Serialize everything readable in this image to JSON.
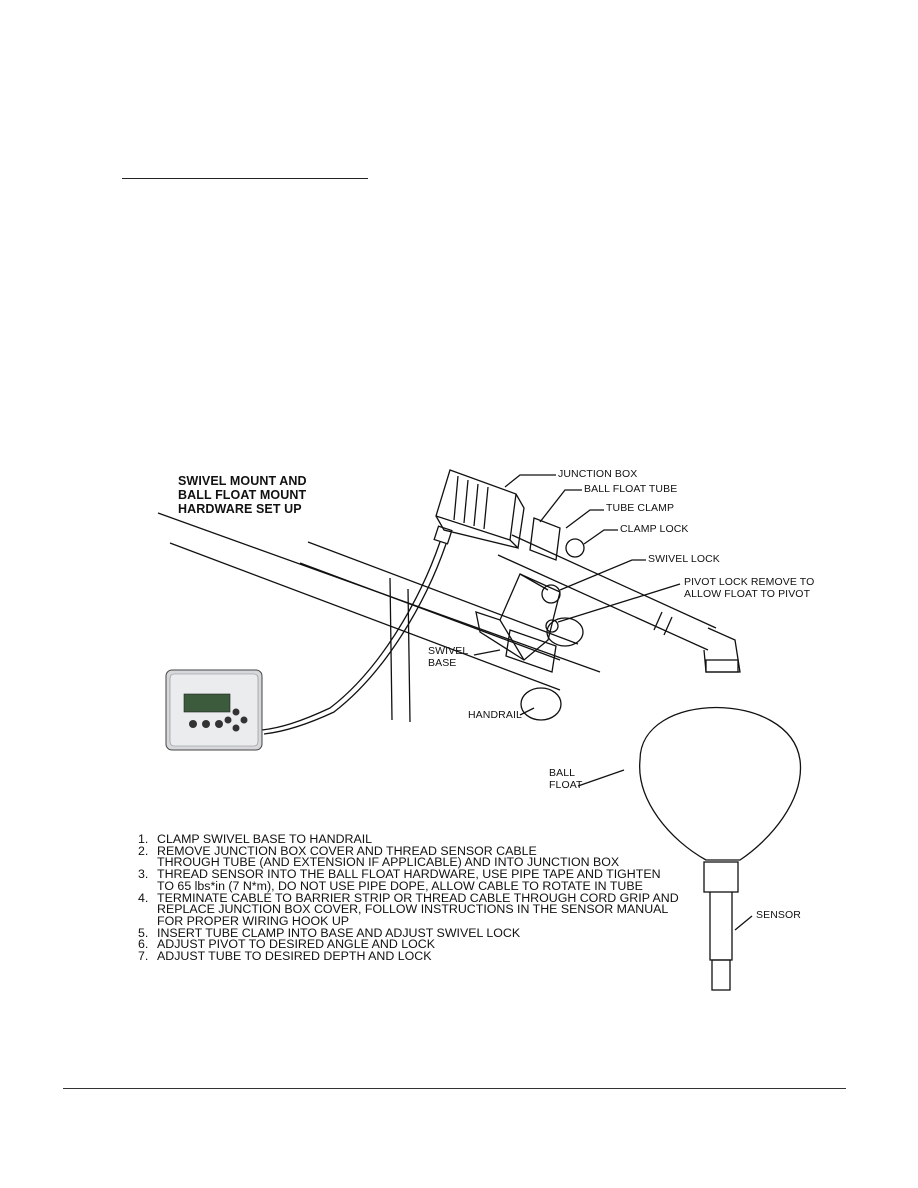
{
  "figure": {
    "title_lines": [
      "SWIVEL MOUNT AND",
      "BALL FLOAT MOUNT",
      "HARDWARE SET UP"
    ],
    "labels": {
      "junction_box": "JUNCTION BOX",
      "ball_float_tube": "BALL FLOAT TUBE",
      "tube_clamp": "TUBE CLAMP",
      "clamp_lock": "CLAMP LOCK",
      "swivel_lock": "SWIVEL LOCK",
      "pivot_lock_1": "PIVOT LOCK REMOVE TO",
      "pivot_lock_2": "ALLOW FLOAT TO PIVOT",
      "swivel_base_1": "SWIVEL",
      "swivel_base_2": "BASE",
      "handrail": "HANDRAIL",
      "ball_float_1": "BALL",
      "ball_float_2": "FLOAT",
      "sensor": "SENSOR"
    }
  },
  "steps": [
    {
      "num": "1.",
      "lines": [
        "CLAMP SWIVEL BASE TO HANDRAIL"
      ]
    },
    {
      "num": "2.",
      "lines": [
        "REMOVE JUNCTION BOX COVER AND THREAD SENSOR CABLE",
        "THROUGH TUBE (AND EXTENSION IF APPLICABLE) AND INTO JUNCTION BOX"
      ]
    },
    {
      "num": "3.",
      "lines": [
        "THREAD SENSOR INTO THE BALL FLOAT HARDWARE, USE PIPE TAPE AND TIGHTEN",
        "TO 65 lbs*in (7 N*m), DO NOT USE PIPE DOPE, ALLOW CABLE TO ROTATE IN TUBE"
      ]
    },
    {
      "num": "4.",
      "lines": [
        "TERMINATE CABLE TO BARRIER STRIP OR THREAD CABLE THROUGH CORD GRIP AND",
        "REPLACE JUNCTION BOX COVER, FOLLOW INSTRUCTIONS IN THE SENSOR MANUAL",
        "FOR PROPER WIRING HOOK UP"
      ]
    },
    {
      "num": "5.",
      "lines": [
        "INSERT TUBE CLAMP INTO BASE AND ADJUST SWIVEL LOCK"
      ]
    },
    {
      "num": "6.",
      "lines": [
        "ADJUST PIVOT TO DESIRED ANGLE AND LOCK"
      ]
    },
    {
      "num": "7.",
      "lines": [
        "ADJUST TUBE TO DESIRED DEPTH AND LOCK"
      ]
    }
  ]
}
